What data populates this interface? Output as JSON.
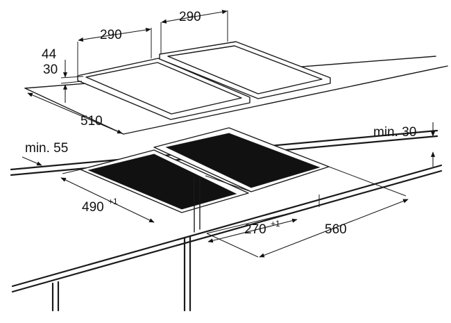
{
  "labels": {
    "top_left_width": "290",
    "top_right_width": "290",
    "thickness_a": "44",
    "thickness_b": "30",
    "depth": "510",
    "min_edge": "min. 55",
    "min_front": "min. 30",
    "cutout_depth": "490",
    "cutout_depth_tol": "+1",
    "cutout_width": "270",
    "cutout_width_tol": "+1",
    "total_width": "560"
  },
  "colors": {
    "line": "#1a1a1a",
    "zone": "#111111",
    "background": "#ffffff"
  }
}
